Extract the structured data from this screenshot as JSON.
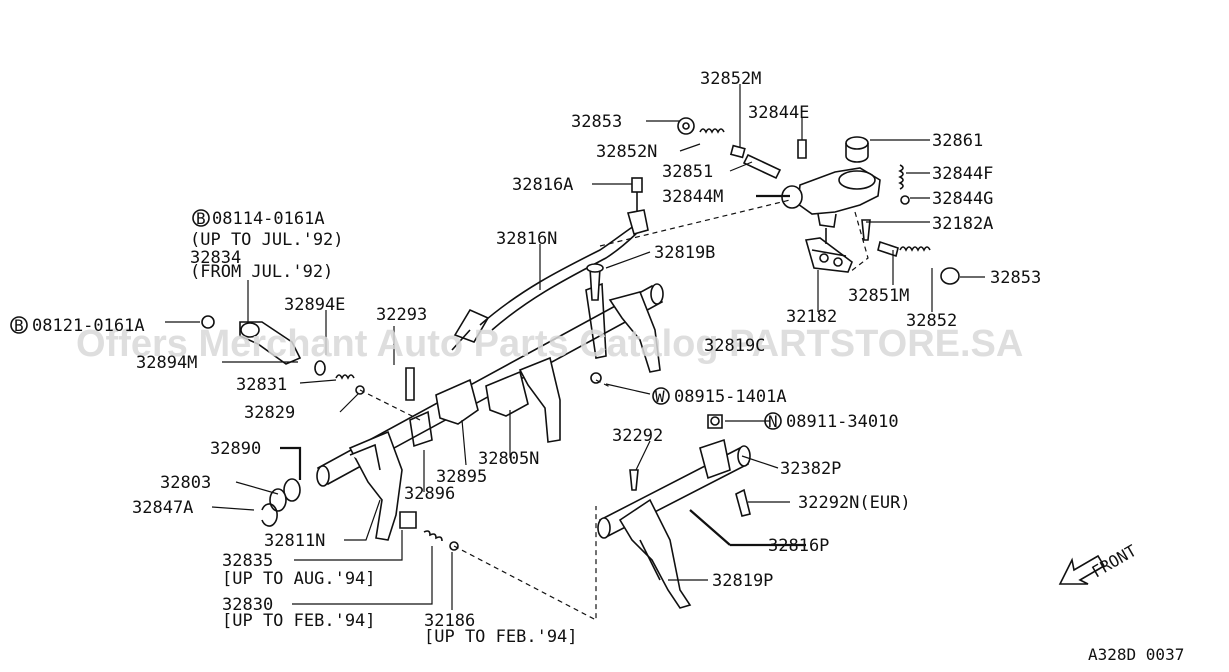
{
  "watermark": "Offers Merchant Auto Parts Catalog PARTSTORE.SA",
  "diagram_code": "A328D 0037",
  "front_label": "FRONT",
  "labels": {
    "p32852M": "32852M",
    "p32853a": "32853",
    "p32844E": "32844E",
    "p32852N": "32852N",
    "p32861": "32861",
    "p32851": "32851",
    "p32844F": "32844F",
    "p32816A": "32816A",
    "p32844M": "32844M",
    "p32844G": "32844G",
    "p32182A": "32182A",
    "p32816N": "32816N",
    "p32819B": "32819B",
    "p32853b": "32853",
    "p32851M": "32851M",
    "p32182": "32182",
    "p32852": "32852",
    "p08114_circle": "B",
    "p08114": "08114-0161A",
    "p08114_note": "(UP TO JUL.'92)",
    "p32834": "32834",
    "p32834_note": "(FROM JUL.'92)",
    "p32894E": "32894E",
    "p32293": "32293",
    "p08121_circle": "B",
    "p08121": "08121-0161A",
    "p32819C": "32819C",
    "p32894M": "32894M",
    "p32831": "32831",
    "p08915_circle": "W",
    "p08915": "08915-1401A",
    "p32829": "32829",
    "p08911_circle": "N",
    "p08911": "08911-34010",
    "p32292": "32292",
    "p32890": "32890",
    "p32805N": "32805N",
    "p32382P": "32382P",
    "p32895": "32895",
    "p32803": "32803",
    "p32896": "32896",
    "p32292N": "32292N(EUR)",
    "p32847A": "32847A",
    "p32811N": "32811N",
    "p32816P": "32816P",
    "p32835": "32835",
    "p32835_note": "[UP TO AUG.'94]",
    "p32819P": "32819P",
    "p32830": "32830",
    "p32830_note": "[UP TO FEB.'94]",
    "p32186": "32186",
    "p32186_note": "[UP TO FEB.'94]"
  }
}
